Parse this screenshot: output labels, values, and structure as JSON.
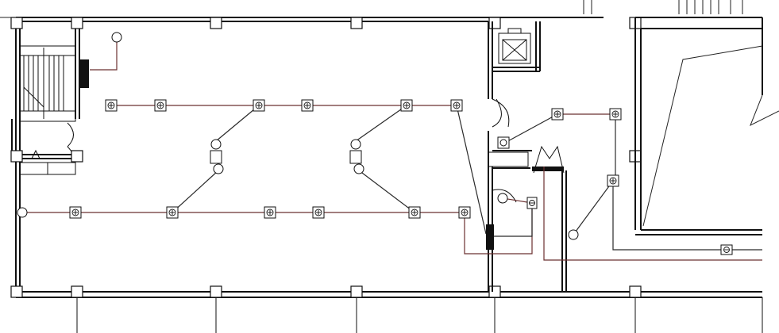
{
  "drawing": {
    "type": "electrical-lighting-floor-plan",
    "symbols": {
      "ceiling_light": "square-box-with-cross-fixture",
      "switch": "small-circle-fixture",
      "distribution_panel": "filled-black-rectangle",
      "column": "square-column-marker"
    },
    "colors": {
      "wall": "#111111",
      "wiring": "#6b3030",
      "background": "#ffffff"
    }
  }
}
